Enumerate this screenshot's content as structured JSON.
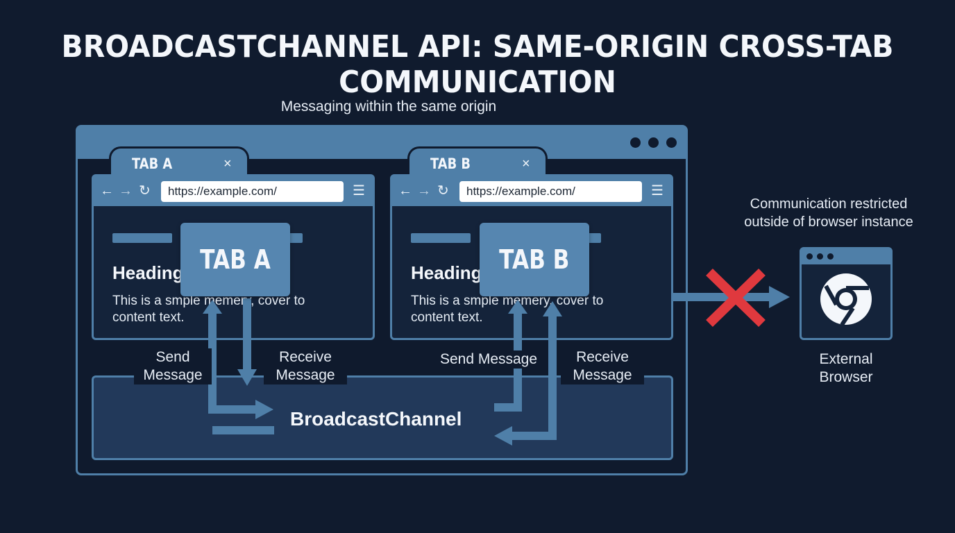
{
  "title": "BROADCASTCHANNEL API: SAME-ORIGIN CROSS-TAB COMMUNICATION",
  "subtitle": "Messaging within the same origin",
  "tab_a": {
    "tab_label": "TAB A",
    "close": "×",
    "url": "https://example.com/",
    "heading": "Heading",
    "body_text": "This is a smple memery, cover to content text.",
    "card_label": "TAB A",
    "send_label": "Send Message",
    "receive_label": "Receive Message"
  },
  "tab_b": {
    "tab_label": "TAB B",
    "close": "×",
    "url": "https://example.com/",
    "heading": "Heading",
    "body_text": "This is a smple memery, cover to content text.",
    "card_label": "TAB B",
    "send_label": "Send Message",
    "receive_label": "Receive Message"
  },
  "nav_icons": [
    "back-arrow-icon",
    "forward-arrow-icon",
    "reload-icon",
    "menu-icon"
  ],
  "channel_label": "BroadcastChannel",
  "restriction_note": "Communication restricted outside of browser instance",
  "external_label": "External Browser",
  "external_icon": "chrome-logo-icon",
  "colors": {
    "background": "#101b2e",
    "accent": "#4f7fa8",
    "card": "#5686b0",
    "channel": "#22395a",
    "block": "#e0393e",
    "text": "#f4f7fb"
  }
}
